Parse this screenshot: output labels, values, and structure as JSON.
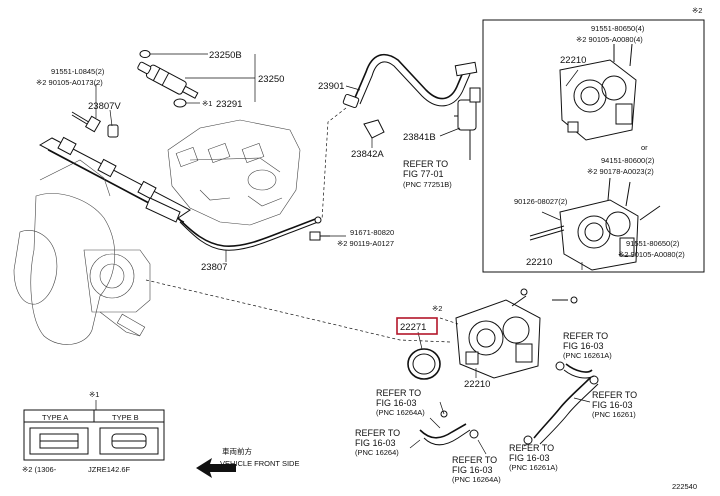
{
  "labels": {
    "p23250B": "23250B",
    "p23250": "23250",
    "p23291": "23291",
    "p23291_mark": "※1",
    "p91551_L0845": "91551-L0845(2)",
    "p90105_A0173": "※2 90105-A0173(2)",
    "p23807V": "23807V",
    "p23901": "23901",
    "p23841B": "23841B",
    "p23842A": "23842A",
    "ref_77_01": "REFER TO",
    "ref_77_01_fig": "FIG 77-01",
    "ref_77_01_pnc": "(PNC 77251B)",
    "p91671_80820": "91671-80820",
    "p90119_A0127": "※2 90119-A0127",
    "p23807": "23807",
    "p22271": "22271",
    "p22271_mark": "※2",
    "p22210_main": "22210",
    "ref_a_1": "REFER TO",
    "ref_a_2": "FIG 16-03",
    "ref_a_3": "(PNC 16261A)",
    "ref_b_1": "REFER TO",
    "ref_b_2": "FIG 16-03",
    "ref_b_3": "(PNC 16264A)",
    "ref_c_1": "REFER TO",
    "ref_c_2": "FIG 16-03",
    "ref_c_3": "(PNC 16261)",
    "ref_d_1": "REFER TO",
    "ref_d_2": "FIG 16-03",
    "ref_d_3": "(PNC 16264)",
    "ref_e_1": "REFER TO",
    "ref_e_2": "FIG 16-03",
    "ref_e_3": "(PNC 16264A)",
    "ref_f_1": "REFER TO",
    "ref_f_2": "FIG 16-03",
    "ref_f_3": "(PNC 16261A)",
    "vehicle_front_jp": "車両前方",
    "vehicle_front": "VEHICLE FRONT SIDE",
    "figure_id": "222540"
  },
  "inset_box": {
    "mark": "※2",
    "top_bolt": "91551-80650(4)",
    "top_bolt2": "※2 90105-A0080(4)",
    "throttle_top": "22210",
    "or": "or",
    "mid_bolt": "94151-80600(2)",
    "mid_bolt2": "※2 90178-A0023(2)",
    "stud": "90126-08027(2)",
    "low_bolt": "91551-80650(2)",
    "low_bolt2": "※2 90105-A0080(2)",
    "throttle_low": "22210"
  },
  "legend_box": {
    "mark": "※1",
    "type_a": "TYPE A",
    "type_b": "TYPE B",
    "date": "※2 (1306-",
    "model": "JZRE142.6F"
  }
}
